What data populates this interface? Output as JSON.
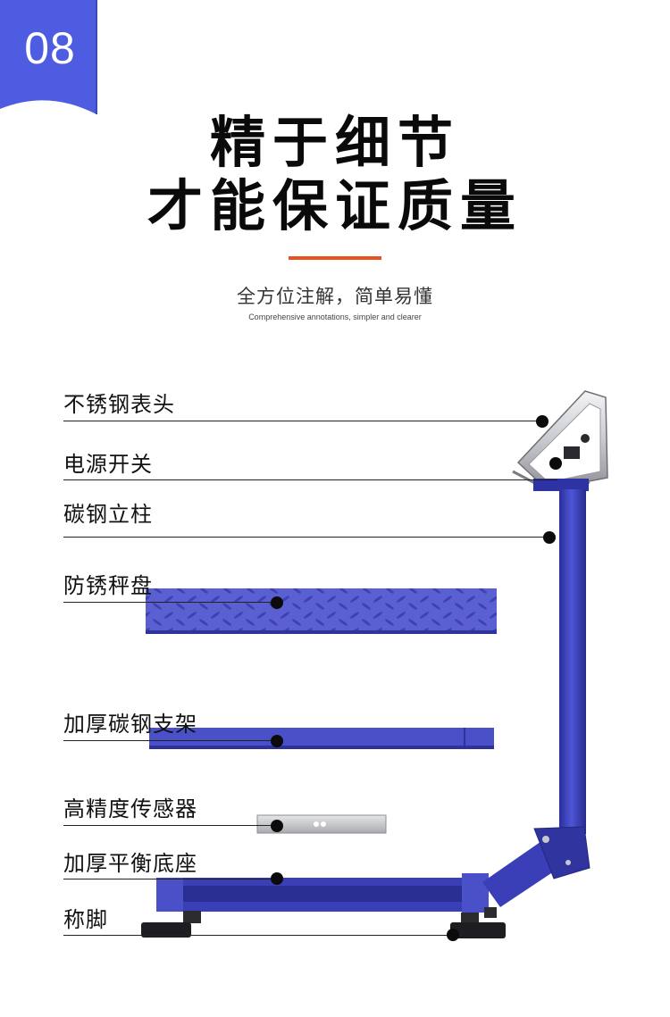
{
  "badge": {
    "number": "08"
  },
  "heading": {
    "line1": "精于细节",
    "line2": "才能保证质量"
  },
  "subtitle": {
    "cn": "全方位注解，简单易懂",
    "en": "Comprehensive annotations, simpler and clearer"
  },
  "colors": {
    "badge": "#4d5ce0",
    "accent": "#e8521f",
    "frame": "#3a3fb8",
    "platform": "#5a5fd2"
  },
  "callouts": [
    {
      "label": "不锈钢表头"
    },
    {
      "label": "电源开关"
    },
    {
      "label": "碳钢立柱"
    },
    {
      "label": "防锈秤盘"
    },
    {
      "label": "加厚碳钢支架"
    },
    {
      "label": "高精度传感器"
    },
    {
      "label": "加厚平衡底座"
    },
    {
      "label": "称脚"
    }
  ]
}
